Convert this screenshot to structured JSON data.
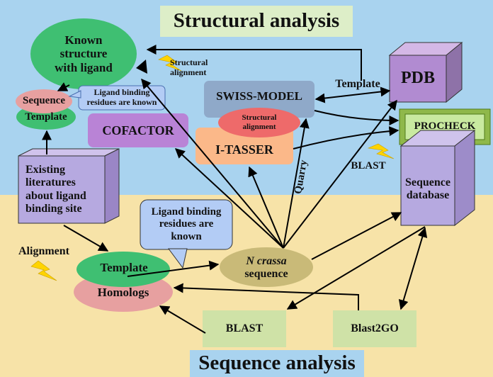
{
  "titles": {
    "top": "Structural analysis",
    "bottom": "Sequence analysis"
  },
  "nodes": {
    "known_structure": [
      "Known",
      "structure",
      "with ligand"
    ],
    "sequence": "Sequence",
    "template_top": "Template",
    "ligand_note_top": [
      "Ligand binding",
      "residues are known"
    ],
    "structural_alignment_arrow": [
      "Structural",
      "alignment"
    ],
    "swiss_model": "SWISS-MODEL",
    "structural_alignment_inner": [
      "Structural",
      "alignment"
    ],
    "i_tasser": "I-TASSER",
    "cofactor": "COFACTOR",
    "pdb": "PDB",
    "template_edge": "Template",
    "procheck": "PROCHECK",
    "blast_right": "BLAST",
    "sequence_database": [
      "Sequence",
      "database"
    ],
    "quarry": "Quarry",
    "existing_literatures": [
      "Existing",
      "literatures",
      "about ligand",
      "binding site"
    ],
    "ligand_note_mid": [
      "Ligand binding",
      "residues are",
      "known"
    ],
    "alignment": "Alignment",
    "template_bottom": "Template",
    "homologs": "Homologs",
    "ncrassa_italic": "N crassa",
    "ncrassa_sequence": "sequence",
    "blast_bottom": "BLAST",
    "blast2go": "Blast2GO"
  },
  "colors": {
    "sky": "#a9d3ef",
    "sand": "#f7e3a8",
    "title_bg": "#ddeec8",
    "bottom_title_bg": "#a9d3ef",
    "green_ellipse": "#3fbf72",
    "pink": "#e7a0a0",
    "olive": "#c9ba78",
    "steel": "#8fa9c9",
    "orange": "#fbb889",
    "purple": "#b983d6",
    "lavender": "#b6a9e0",
    "box_green": "#cfe2a7",
    "procheck_green": "#c9eaa0",
    "note_blue": "#b3ccf5"
  }
}
